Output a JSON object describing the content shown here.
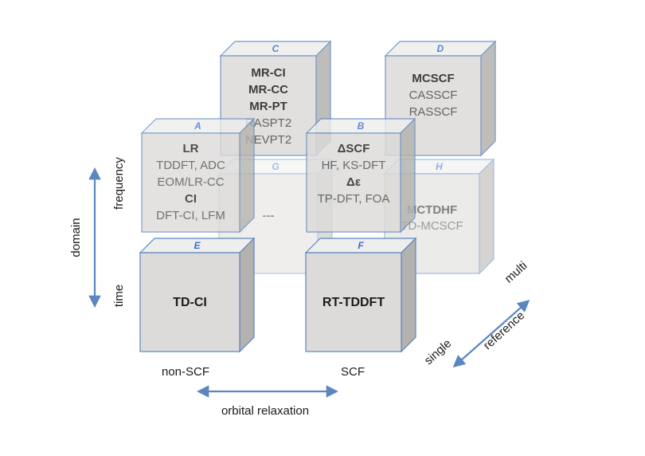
{
  "colors": {
    "face": "#dcdbd9",
    "face_dark": "#b3b2af",
    "face_top": "#eeeeec",
    "edge": "#5b86c0",
    "label": "#3a6fd0",
    "text": "#1a1a1a",
    "light_text": "#4a4a4a",
    "arrow": "#5b86c0"
  },
  "cubes": {
    "C": {
      "letter": "C",
      "lines": [
        "MR-CI",
        "MR-CC",
        "MR-PT",
        "RASPT2",
        "NEVPT2"
      ],
      "bold": [
        true,
        true,
        true,
        false,
        false
      ]
    },
    "D": {
      "letter": "D",
      "lines": [
        "MCSCF",
        "CASSCF",
        "RASSCF"
      ],
      "bold": [
        true,
        false,
        false
      ]
    },
    "G": {
      "letter": "G",
      "lines": [
        "---"
      ],
      "bold": [
        true
      ]
    },
    "H": {
      "letter": "H",
      "lines": [
        "MCTDHF",
        "TD-MCSCF"
      ],
      "bold": [
        true,
        false
      ]
    },
    "A": {
      "letter": "A",
      "lines": [
        "LR",
        "TDDFT, ADC",
        "EOM/LR-CC",
        "CI",
        "DFT-CI, LFM"
      ],
      "bold": [
        true,
        false,
        false,
        true,
        false
      ]
    },
    "B": {
      "letter": "B",
      "lines": [
        "ΔSCF",
        "HF, KS-DFT",
        "Δε",
        "TP-DFT, FOA"
      ],
      "bold": [
        true,
        false,
        true,
        false
      ]
    },
    "E": {
      "letter": "E",
      "lines": [
        "TD-CI"
      ],
      "bold": [
        true
      ]
    },
    "F": {
      "letter": "F",
      "lines": [
        "RT-TDDFT"
      ],
      "bold": [
        true
      ]
    }
  },
  "axes": {
    "domain": "domain",
    "frequency": "frequency",
    "time": "time",
    "non_scf": "non-SCF",
    "scf": "SCF",
    "orbital_relaxation": "orbital relaxation",
    "single": "single",
    "multi": "multi",
    "reference": "reference"
  }
}
